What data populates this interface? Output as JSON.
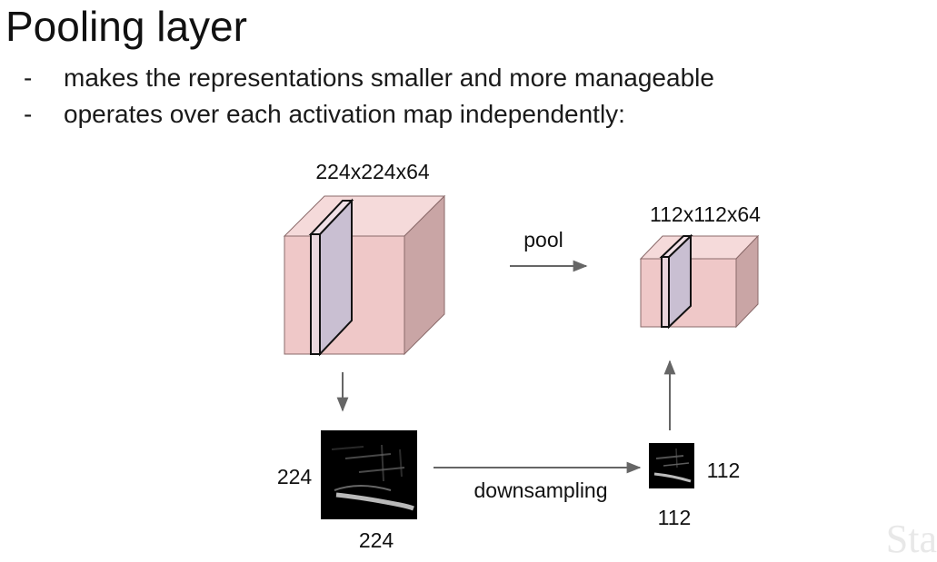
{
  "title": "Pooling layer",
  "bullets": [
    {
      "dash": "-",
      "text": "makes the representations smaller and more manageable"
    },
    {
      "dash": "-",
      "text": "operates over each activation map independently:"
    }
  ],
  "diagram": {
    "input_volume_label": "224x224x64",
    "output_volume_label": "112x112x64",
    "pool_label": "pool",
    "downsampling_label": "downsampling",
    "input_map_height_label": "224",
    "input_map_width_label": "224",
    "output_map_height_label": "112",
    "output_map_width_label": "112"
  },
  "watermark": "Sta",
  "colors": {
    "cube_front": "#efc8c8",
    "cube_top": "#f5dada",
    "cube_side": "#c9a5a5",
    "slice": "#c9bfd2",
    "arrow": "#666666"
  }
}
